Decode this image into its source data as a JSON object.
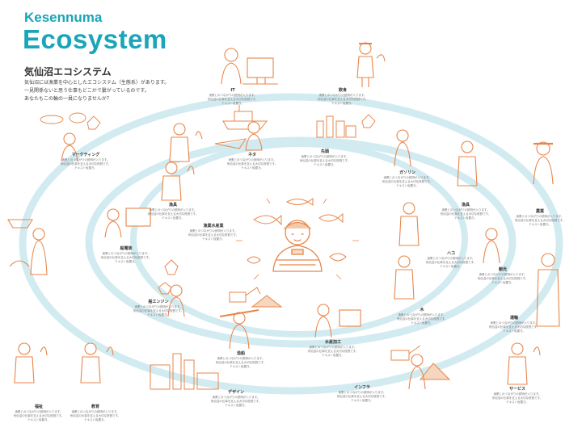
{
  "header": {
    "brand_line1": "Kesennuma",
    "brand_line2": "Ecosystem",
    "title_ja": "気仙沼エコシステム",
    "intro_lines": [
      "気仙沼には漁業を中心としたエコシステム（生態系）があります。",
      "一見関係ないと思う仕事もどこかで繋がっているのです。",
      "あなたもこの輪の一員になりませんか？"
    ]
  },
  "center": {
    "label": "漁業水産業"
  },
  "node_desc_lines": [
    "漁業とのつながりの説明が入ります。",
    "気仙沼の仕事を支える大切な役割です。",
    "テキスト仮置き。"
  ],
  "nodes": [
    {
      "id": "it",
      "label": "IT"
    },
    {
      "id": "inshoku",
      "label": "飲食"
    },
    {
      "id": "marketing",
      "label": "マーケティング"
    },
    {
      "id": "ese",
      "label": "ネタ"
    },
    {
      "id": "kanko",
      "label": "先頭"
    },
    {
      "id": "gasoline",
      "label": "ガソリン"
    },
    {
      "id": "gyogu",
      "label": "漁具"
    },
    {
      "id": "nousan",
      "label": "農業"
    },
    {
      "id": "gyogyo",
      "label": "漁具"
    },
    {
      "id": "funabito",
      "label": "船電装"
    },
    {
      "id": "hako",
      "label": "ハコ"
    },
    {
      "id": "kanko2",
      "label": "観光"
    },
    {
      "id": "funeengine",
      "label": "船エンジン"
    },
    {
      "id": "ki",
      "label": "木"
    },
    {
      "id": "unsou",
      "label": "運輸"
    },
    {
      "id": "zosen",
      "label": "造船"
    },
    {
      "id": "suisankakou",
      "label": "水産加工"
    },
    {
      "id": "fukushi",
      "label": "福祉"
    },
    {
      "id": "kyoiku",
      "label": "教育"
    },
    {
      "id": "design",
      "label": "デザイン"
    },
    {
      "id": "infra",
      "label": "インフラ"
    },
    {
      "id": "service",
      "label": "サービス"
    }
  ],
  "colors": {
    "brand": "#1aa5b8",
    "ring": "#cfe9f0",
    "illustration": "#e8864a",
    "text": "#333333"
  },
  "icons": [
    "fisherman-icon",
    "worker-icon",
    "fish-icon",
    "computer-icon",
    "boat-icon",
    "bottles-icon",
    "crane-icon",
    "stone-pile-icon",
    "food-plate-icon",
    "squid-icon"
  ]
}
